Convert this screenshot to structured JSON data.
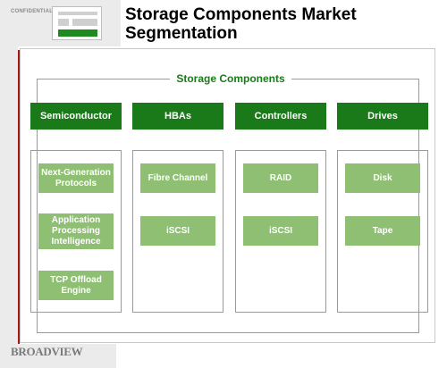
{
  "header": {
    "confidential": "CONFIDENTIAL",
    "title": "Storage Components Market Segmentation"
  },
  "diagram": {
    "root": "Storage Components",
    "categories": [
      {
        "label": "Semiconductor",
        "items": [
          "Next-Generation Protocols",
          "Application Processing Intelligence",
          "TCP Offload Engine"
        ]
      },
      {
        "label": "HBAs",
        "items": [
          "Fibre Channel",
          "iSCSI"
        ]
      },
      {
        "label": "Controllers",
        "items": [
          "RAID",
          "iSCSI"
        ]
      },
      {
        "label": "Drives",
        "items": [
          "Disk",
          "Tape"
        ]
      }
    ]
  },
  "footer": {
    "logo_text": "BROADVIEW"
  },
  "colors": {
    "category_fill": "#1a7a1a",
    "item_fill": "#8fbf73",
    "accent_red": "#a01818"
  }
}
